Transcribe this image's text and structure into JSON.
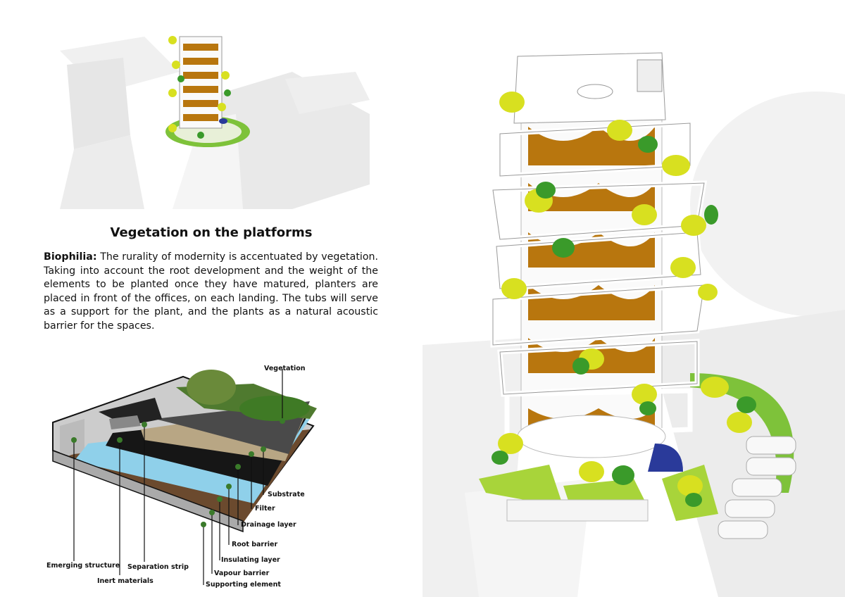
{
  "section": {
    "title": "Vegetation on the platforms",
    "lead": "Biophilia:",
    "body": "The rurality of modernity is accentuated by vegetation. Taking into account the root development and the weight of the elements to be planted once they have matured, planters are placed in front of the offices, on each landing. The tubs will serve as a support for the plant, and the plants as a natural acoustic barrier for the spaces."
  },
  "layer_diagram": {
    "labels": {
      "vegetation": "Vegetation",
      "substrate": "Substrate",
      "filter": "Filter",
      "drainage": "Drainage layer",
      "root_barrier": "Root barrier",
      "insulating": "Insulating layer",
      "vapour": "Vapour barrier",
      "supporting": "Supporting element",
      "emerging": "Emerging structure",
      "inert": "Inert materials",
      "separation": "Separation strip"
    }
  },
  "colors": {
    "leaf_yellow": "#d8e020",
    "leaf_green": "#3a9a2a",
    "planter_brown": "#b8760e",
    "insulation_blue": "#8fd0ea",
    "dot_green": "#3a7a2a"
  }
}
